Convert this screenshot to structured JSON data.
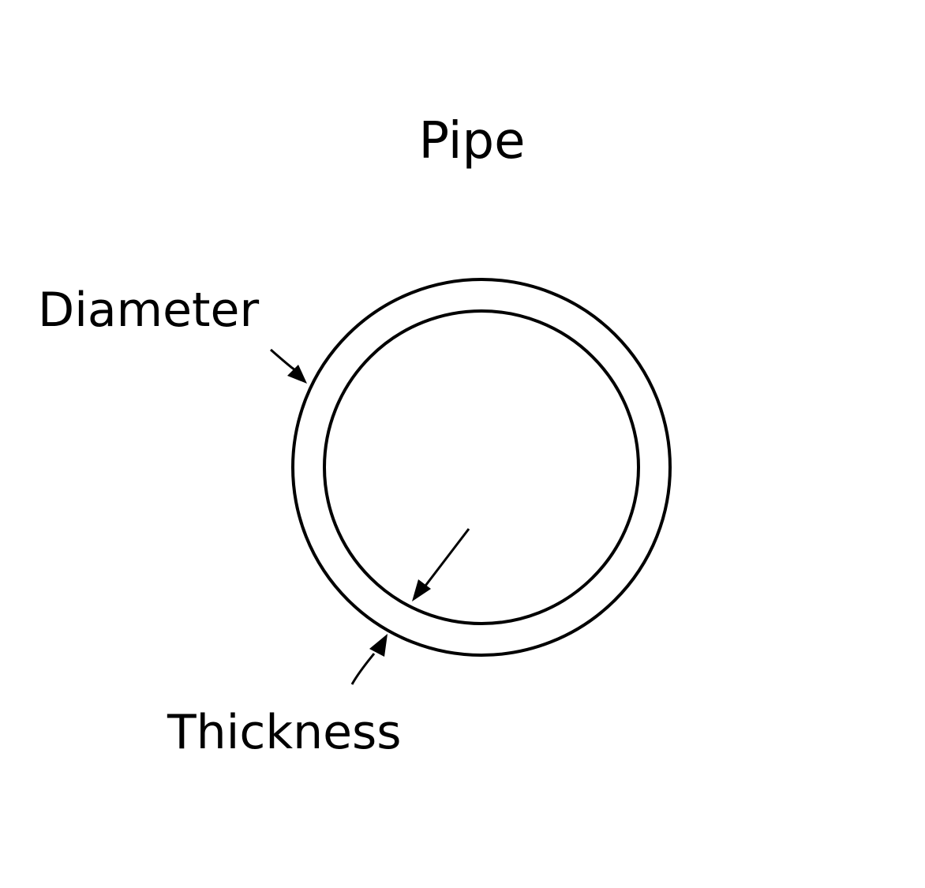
{
  "diagram": {
    "title": "Pipe",
    "labels": {
      "diameter": "Diameter",
      "thickness": "Thickness"
    },
    "colors": {
      "stroke": "#000000",
      "background": "#ffffff"
    }
  }
}
